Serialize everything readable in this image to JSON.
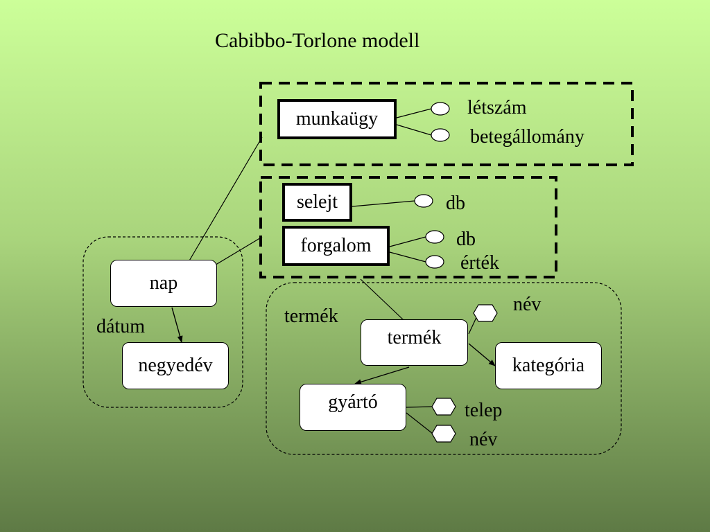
{
  "title": "Cabibbo-Torlone modell",
  "facts": {
    "munkaugy": {
      "label": "munkaügy",
      "measures": [
        "létszám",
        "betegállomány"
      ]
    },
    "selejt": {
      "label": "selejt",
      "measures": [
        "db"
      ]
    },
    "forgalom": {
      "label": "forgalom",
      "measures": [
        "db",
        "érték"
      ]
    }
  },
  "dimensions": {
    "datum": {
      "group_label": "dátum",
      "levels": [
        "nap",
        "negyedév"
      ]
    },
    "termek": {
      "group_label": "termék",
      "levels": [
        "termék",
        "kategória",
        "gyártó"
      ],
      "termek_attributes": [
        "név"
      ],
      "gyarto_attributes": [
        "telep",
        "név"
      ]
    }
  }
}
